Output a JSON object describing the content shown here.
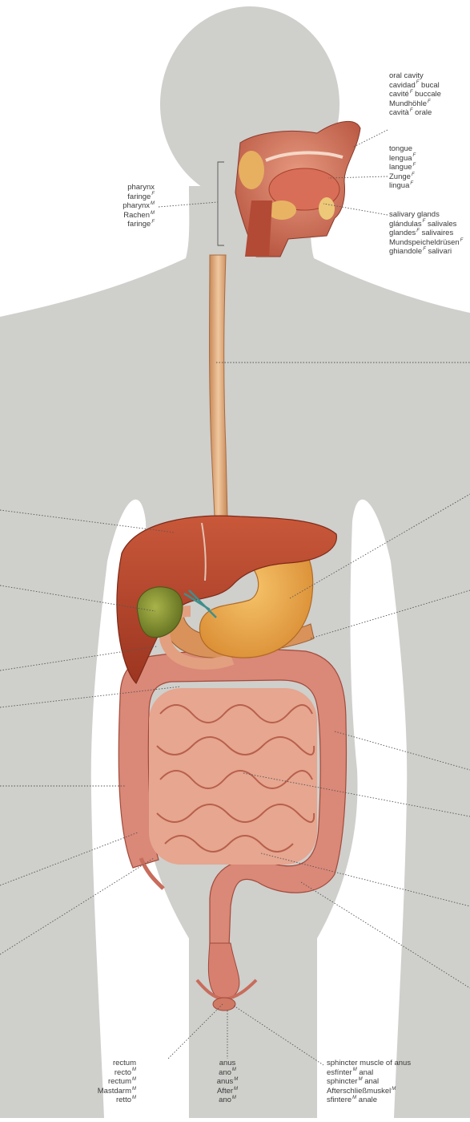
{
  "colors": {
    "background": "#ffffff",
    "silhouette": "#cfcfcc",
    "liver": "#b4442a",
    "gallbladder": "#7d8a2a",
    "stomach": "#e4a046",
    "esophagus": "#d9a070",
    "intestine": "#e2a08a",
    "colon": "#da8878",
    "leader_line": "#555555"
  },
  "labels": {
    "oral_cavity": [
      {
        "g": "oral cavity",
        "s": "",
        "r": ""
      },
      {
        "g": "cavidad",
        "s": "F",
        "r": " bucal"
      },
      {
        "g": "cavité",
        "s": "F",
        "r": " buccale"
      },
      {
        "g": "Mundhöhle",
        "s": "F",
        "r": ""
      },
      {
        "g": "cavità",
        "s": "F",
        "r": " orale"
      }
    ],
    "tongue": [
      {
        "g": "tongue",
        "s": "",
        "r": ""
      },
      {
        "g": "lengua",
        "s": "F",
        "r": ""
      },
      {
        "g": "langue",
        "s": "F",
        "r": ""
      },
      {
        "g": "Zunge",
        "s": "F",
        "r": ""
      },
      {
        "g": "lingua",
        "s": "F",
        "r": ""
      }
    ],
    "salivary_glands": [
      {
        "g": "salivary glands",
        "s": "",
        "r": ""
      },
      {
        "g": "glándulas",
        "s": "F",
        "r": " salivales"
      },
      {
        "g": "glandes",
        "s": "F",
        "r": " salivaires"
      },
      {
        "g": "Mundspeicheldrüsen",
        "s": "F",
        "r": ""
      },
      {
        "g": "ghiandole",
        "s": "F",
        "r": " salivari"
      }
    ],
    "pharynx": [
      {
        "g": "pharynx",
        "s": "",
        "r": ""
      },
      {
        "g": "faringe",
        "s": "F",
        "r": ""
      },
      {
        "g": "pharynx",
        "s": "M",
        "r": ""
      },
      {
        "g": "Rachen",
        "s": "M",
        "r": ""
      },
      {
        "g": "faringe",
        "s": "F",
        "r": ""
      }
    ],
    "rectum": [
      {
        "g": "rectum",
        "s": "",
        "r": ""
      },
      {
        "g": "recto",
        "s": "M",
        "r": ""
      },
      {
        "g": "rectum",
        "s": "M",
        "r": ""
      },
      {
        "g": "Mastdarm",
        "s": "M",
        "r": ""
      },
      {
        "g": "retto",
        "s": "M",
        "r": ""
      }
    ],
    "anus": [
      {
        "g": "anus",
        "s": "",
        "r": ""
      },
      {
        "g": "ano",
        "s": "M",
        "r": ""
      },
      {
        "g": "anus",
        "s": "M",
        "r": ""
      },
      {
        "g": "After",
        "s": "M",
        "r": ""
      },
      {
        "g": "ano",
        "s": "M",
        "r": ""
      }
    ],
    "sphincter": [
      {
        "g": "sphincter muscle of anus",
        "s": "",
        "r": ""
      },
      {
        "g": "esfínter",
        "s": "M",
        "r": " anal"
      },
      {
        "g": "sphincter",
        "s": "M",
        "r": " anal"
      },
      {
        "g": "Afterschließmuskel",
        "s": "M",
        "r": ""
      },
      {
        "g": "sfintere",
        "s": "M",
        "r": " anale"
      }
    ]
  }
}
